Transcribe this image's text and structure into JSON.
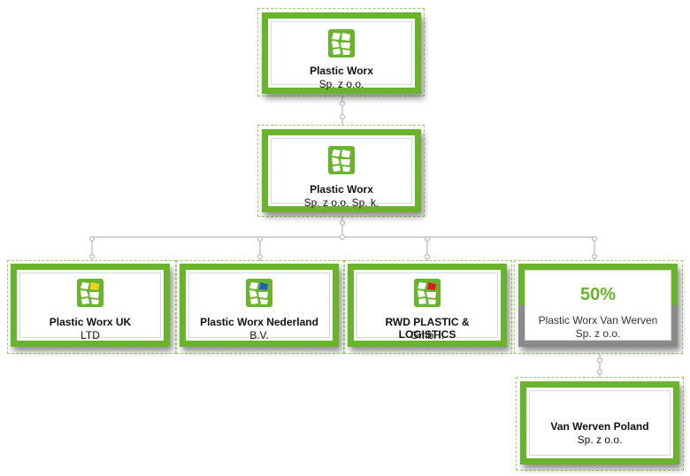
{
  "nodes": {
    "root": {
      "name": "Plastic Worx",
      "sub": "Sp. z o.o."
    },
    "sk": {
      "name": "Plastic Worx",
      "sub": "Sp. z o.o. Sp. k."
    },
    "uk": {
      "name": "Plastic Worx UK",
      "sub": "LTD",
      "badge_color": "#f2d21b"
    },
    "nl": {
      "name": "Plastic Worx Nederland",
      "sub": "B.V.",
      "badge_color": "#1f5fb0"
    },
    "rwd": {
      "name": "RWD PLASTIC & LOGISTICS",
      "sub": "GmbH.",
      "badge_color": "#d21f1f"
    },
    "vw": {
      "name": "Plastic Worx Van Werven",
      "sub": "Sp. z o.o.",
      "percent": "50%"
    },
    "vwp": {
      "name": "Van Werven Poland",
      "sub": "Sp. z o.o."
    }
  },
  "colors": {
    "accent": "#6ab42d",
    "secondary": "#8a8a8a",
    "connector": "#bdbdbd"
  }
}
